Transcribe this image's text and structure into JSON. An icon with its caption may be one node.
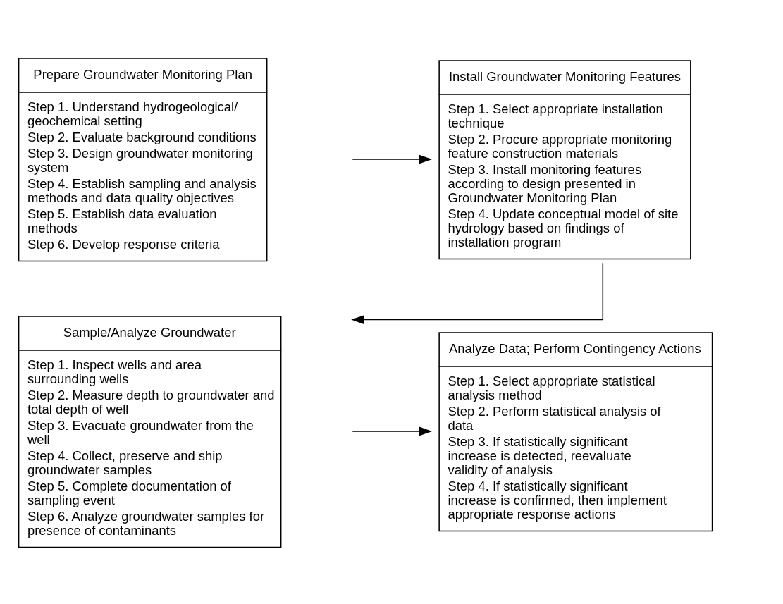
{
  "diagram": {
    "nodes": [
      {
        "text": [
          "Prepare Groundwater Monitoring Plan",
          "Step 1. Understand hydrogeological/ geochemical setting",
          "Step 2. Evaluate background conditions",
          "Step 3. Design groundwater monitoring system",
          "Step 4. Establish sampling and analysis methods and data quality objectives",
          "Step 5. Establish data evaluation methods",
          "Step 6. Develop response criteria"
        ]
      },
      {
        "text": [
          "Install Groundwater Monitoring Features",
          "Step 1. Select appropriate installation technique",
          "Step 2. Procure appropriate monitoring feature construction materials",
          "Step 3. Install monitoring features according to design presented in Groundwater Monitoring Plan",
          "Step 4. Update conceptual model of site hydrology based on findings of installation program"
        ]
      },
      {
        "text": [
          "Sample/Analyze Groundwater",
          "Step 1. Inspect wells and area surrounding wells",
          "Step 2. Measure depth to groundwater and total depth of well",
          "Step 3. Evacuate groundwater from the well",
          "Step 4. Collect, preserve and ship groundwater samples",
          "Step 5. Complete documentation of sampling event",
          "Step 6. Analyze groundwater samples for presence of contaminants"
        ]
      },
      {
        "text": [
          "Analyze Data; Perform Contingency Actions",
          "Step 1. Select appropriate statistical analysis method",
          "Step 2. Perform statistical analysis of data",
          "Step 3. If statistically significant increase is detected, reevaluate validity of analysis",
          "Step 4. If statistically significant increase is confirmed, then implement appropriate response actions"
        ]
      }
    ],
    "edges": [
      {
        "from": 0,
        "to": 1,
        "arrow": "to"
      },
      {
        "from": 1,
        "to": 2,
        "arrow": "to"
      },
      {
        "from": 2,
        "to": 3,
        "arrow": "to"
      }
    ]
  }
}
